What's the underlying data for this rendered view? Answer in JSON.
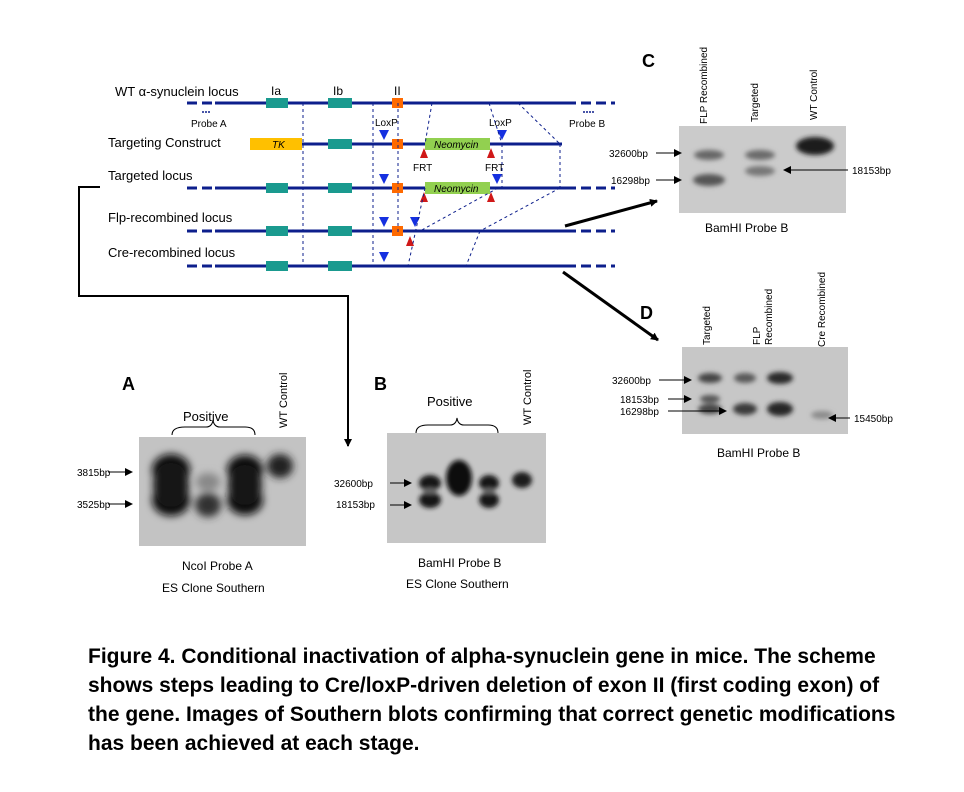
{
  "scheme": {
    "rows": [
      {
        "label": "WT α-synuclein locus"
      },
      {
        "label": "Targeting Construct"
      },
      {
        "label": "Targeted locus"
      },
      {
        "label": "Flp-recombined locus"
      },
      {
        "label": "Cre-recombined locus"
      }
    ],
    "exons": {
      "ia": "Ia",
      "ib": "Ib",
      "ii": "II"
    },
    "tk": "TK",
    "neomycin": "Neomycin",
    "loxp": "LoxP",
    "frt": "FRT",
    "probe_a": "Probe A",
    "probe_b": "Probe B",
    "colors": {
      "locus": "#0d1f8c",
      "exon": "#1a9a8f",
      "exon_ii": "#ff6a00",
      "tk": "#ffc000",
      "neomycin": "#92d050",
      "loxp": "#1530e0",
      "frt": "#d01818"
    }
  },
  "panels": {
    "a": {
      "letter": "A",
      "positive": "Positive",
      "wt": "WT Control",
      "bands": [
        "3815bp",
        "3525bp"
      ],
      "probe": "NcoI Probe A",
      "sub": "ES Clone Southern"
    },
    "b": {
      "letter": "B",
      "positive": "Positive",
      "wt": "WT Control",
      "bands": [
        "32600bp",
        "18153bp"
      ],
      "probe": "BamHI Probe B",
      "sub": "ES Clone Southern"
    },
    "c": {
      "letter": "C",
      "lanes": [
        "FLP Recombined",
        "Targeted",
        "WT Control"
      ],
      "bands": [
        "32600bp",
        "16298bp"
      ],
      "right_band": "18153bp",
      "probe": "BamHI Probe B"
    },
    "d": {
      "letter": "D",
      "lanes": [
        "Targeted",
        "FLP",
        "Recombined",
        "Cre Recombined"
      ],
      "bands": [
        "32600bp",
        "18153bp",
        "16298bp"
      ],
      "right_band": "15450bp",
      "probe": "BamHI Probe B"
    }
  },
  "caption": "Figure 4. Conditional inactivation of alpha-synuclein gene in mice. The scheme shows steps leading to Cre/loxP-driven deletion of exon II (first coding exon) of the gene. Images of Southern blots confirming that correct genetic modifications has been achieved at each stage."
}
